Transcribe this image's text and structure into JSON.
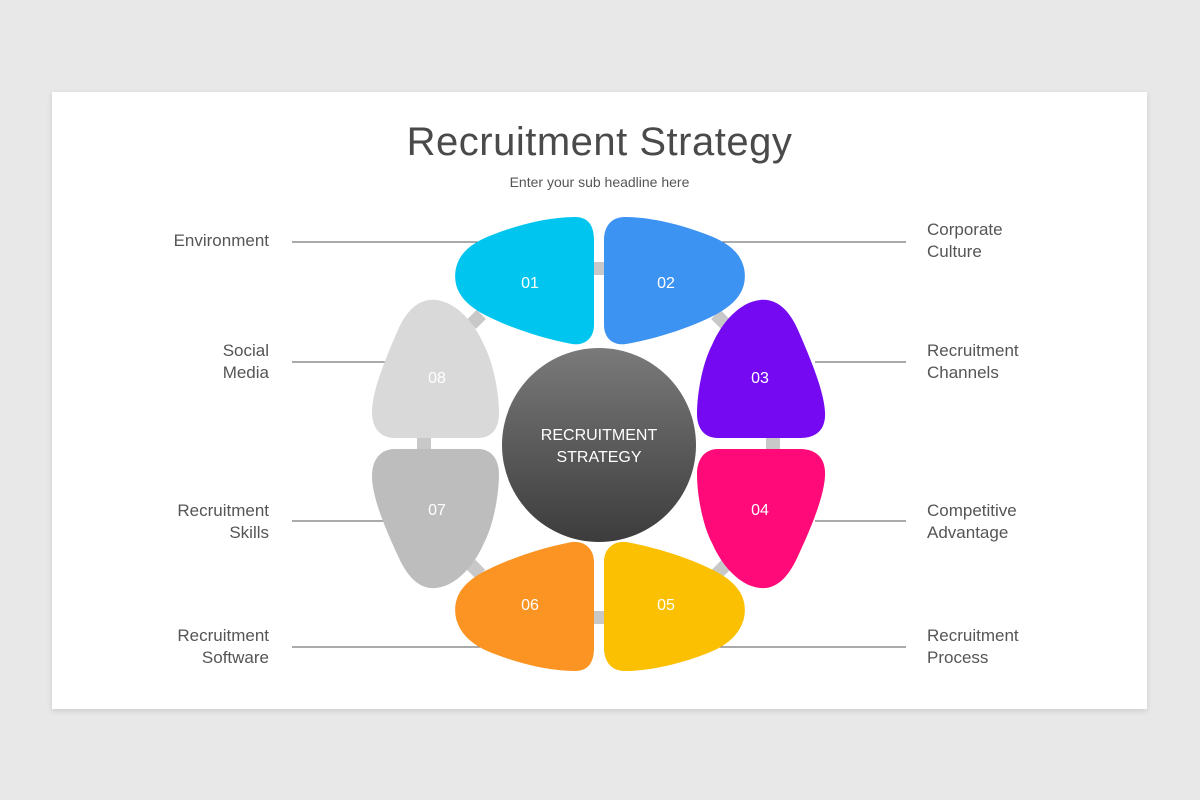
{
  "slide": {
    "title": "Recruitment Strategy",
    "subtitle": "Enter your sub headline here"
  },
  "center": {
    "line1": "RECRUITMENT",
    "line2": "STRATEGY",
    "color_top": "#7a7a7a",
    "color_bottom": "#3c3c3c"
  },
  "segments": [
    {
      "number": "01",
      "color": "#00c6ef"
    },
    {
      "number": "02",
      "color": "#3d93f2"
    },
    {
      "number": "03",
      "color": "#7409f2"
    },
    {
      "number": "04",
      "color": "#ff0a78"
    },
    {
      "number": "05",
      "color": "#fcc003"
    },
    {
      "number": "06",
      "color": "#fc9424"
    },
    {
      "number": "07",
      "color": "#bdbdbd"
    },
    {
      "number": "08",
      "color": "#d9d9d9"
    }
  ],
  "labels": {
    "environment": "Environment",
    "corporate_culture": "Corporate\nCulture",
    "social_media": "Social\nMedia",
    "recruitment_channels": "Recruitment\nChannels",
    "recruitment_skills": "Recruitment\nSkills",
    "competitive_advantage": "Competitive\nAdvantage",
    "recruitment_software": "Recruitment\nSoftware",
    "recruitment_process": "Recruitment\nProcess"
  },
  "colors": {
    "line": "#555555",
    "connector": "#c8c8c8"
  }
}
